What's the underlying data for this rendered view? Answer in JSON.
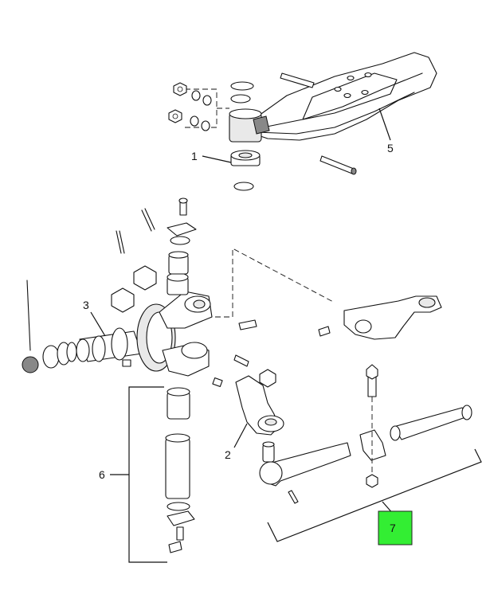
{
  "callouts": {
    "c1": "1",
    "c2": "2",
    "c3": "3",
    "c5": "5",
    "c6": "6",
    "c7": "7"
  },
  "colors": {
    "highlight": "#33ee33",
    "line": "#111111",
    "background": "#ffffff"
  }
}
